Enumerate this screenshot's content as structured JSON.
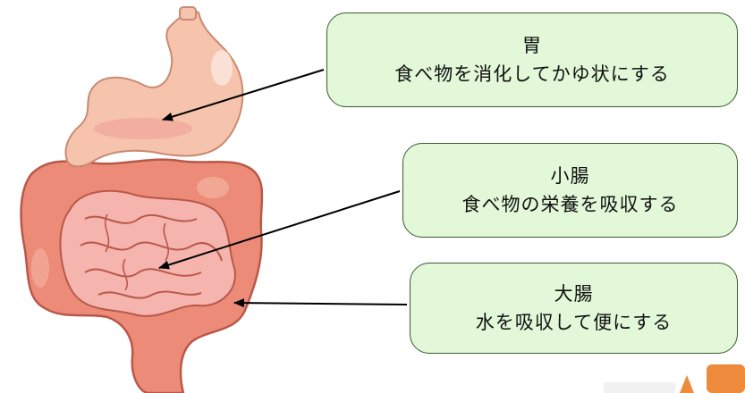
{
  "colors": {
    "callout_fill": "#e2f8d8",
    "callout_border": "#3a5a2e",
    "stomach": "#f6c3ad",
    "small_intestine": "#f6b4ae",
    "large_intestine": "#ec8c78",
    "arrow": "#000000",
    "corner_decoration": "#ee8a3c"
  },
  "callouts": {
    "stomach": {
      "title": "胃",
      "description": "食べ物を消化してかゆ状にする"
    },
    "small_intestine": {
      "title": "小腸",
      "description": "食べ物の栄養を吸収する"
    },
    "large_intestine": {
      "title": "大腸",
      "description": "水を吸収して便にする"
    }
  }
}
